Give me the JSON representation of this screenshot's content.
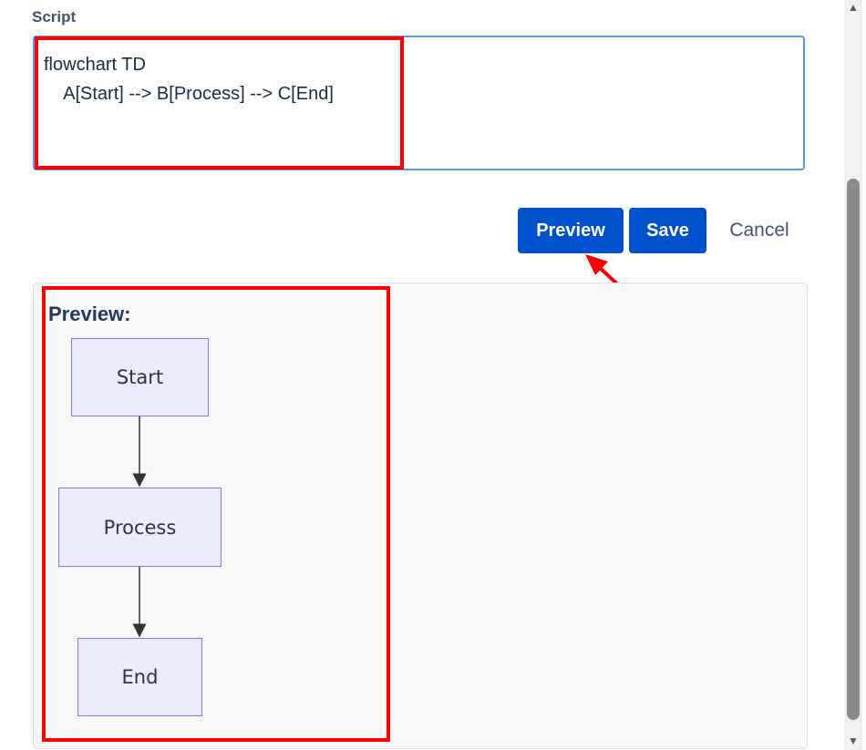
{
  "editor": {
    "label": "Script",
    "script": "flowchart TD\n    A[Start] --> B[Process] --> C[End]"
  },
  "actions": {
    "preview_label": "Preview",
    "save_label": "Save",
    "cancel_label": "Cancel"
  },
  "preview": {
    "title": "Preview:",
    "nodes": [
      "Start",
      "Process",
      "End"
    ]
  },
  "colors": {
    "primary": "#0052cc",
    "annotation": "#ff0000",
    "node_fill": "#ececff",
    "node_border": "#9370db",
    "focus_border": "#4c9aff"
  },
  "scrollbar": {
    "up_icon": "▲",
    "down_icon": "▼"
  }
}
